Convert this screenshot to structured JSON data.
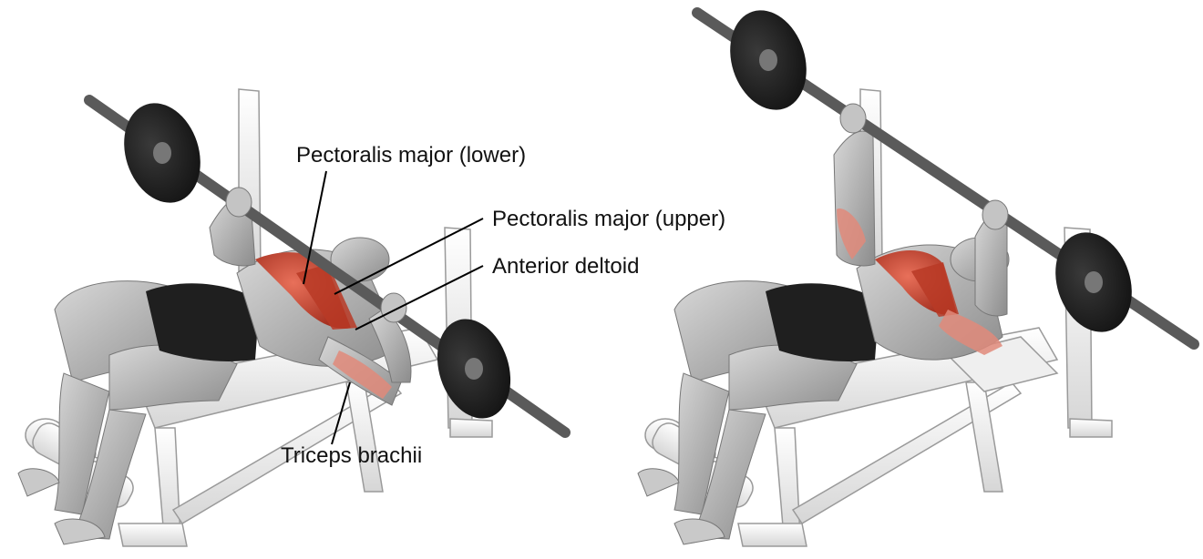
{
  "labels": {
    "pec_lower": "Pectoralis major (lower)",
    "pec_upper": "Pectoralis major (upper)",
    "anterior_deltoid": "Anterior deltoid",
    "triceps": "Triceps brachii"
  },
  "colors": {
    "muscle_highlight": "#c9412c",
    "muscle_light": "#e08a7a",
    "skin_grey": "#b8b8b8",
    "shorts": "#1f1f1f",
    "bench": "#f4f4f4",
    "barbell": "#5a5a5a",
    "plate": "#222222"
  }
}
